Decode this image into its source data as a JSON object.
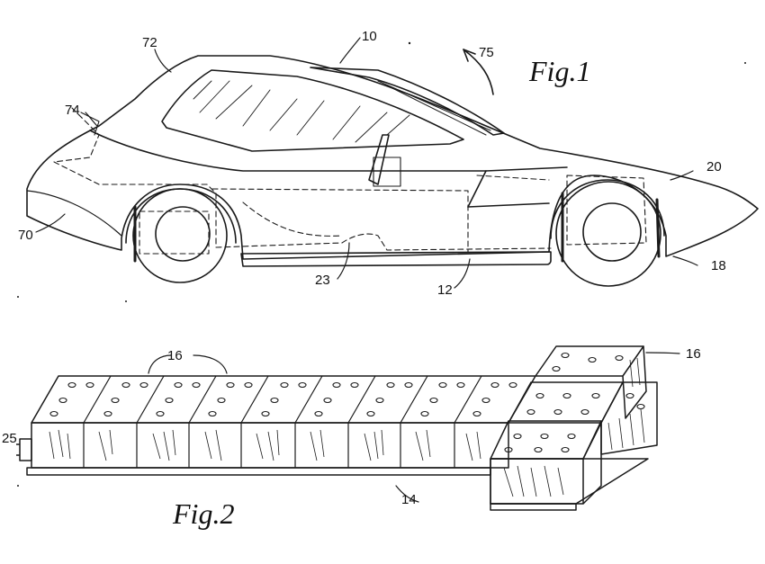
{
  "fig1": {
    "title": "Fig.1",
    "refs": {
      "r10": "10",
      "r72": "72",
      "r75": "75",
      "r74": "74",
      "r20": "20",
      "r70": "70",
      "r23": "23",
      "r12": "12",
      "r18": "18"
    }
  },
  "fig2": {
    "title": "Fig.2",
    "refs": {
      "r16a": "16",
      "r16b": "16",
      "r25": "25",
      "r14": "14"
    }
  },
  "colors": {
    "ink": "#1a1a1a",
    "paper": "#ffffff"
  }
}
